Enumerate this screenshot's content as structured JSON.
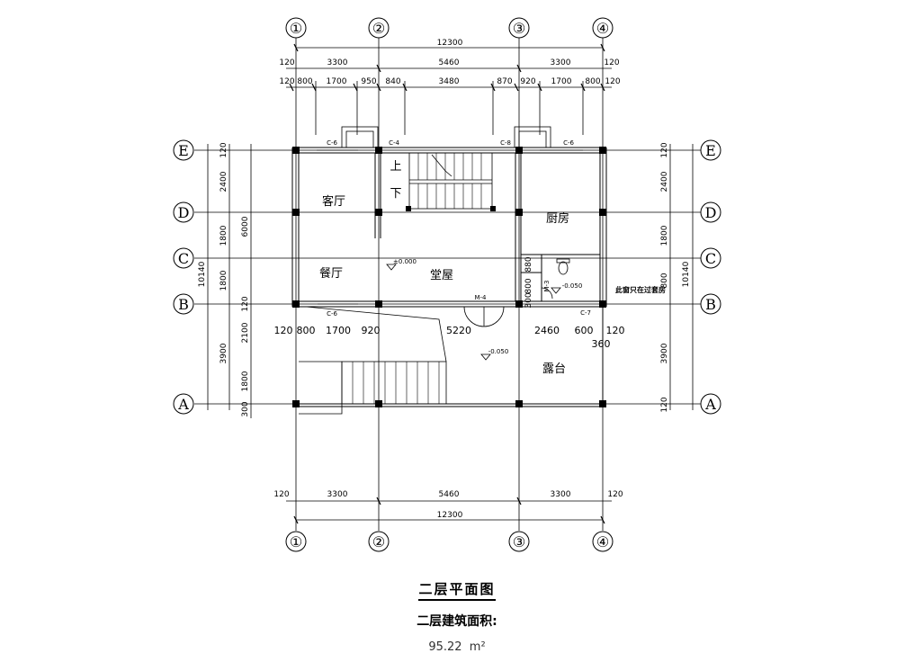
{
  "drawing": {
    "title": "二层平面图",
    "area_label": "二层建筑面积:",
    "area_value": "95.22",
    "area_unit": "m²"
  },
  "axes": {
    "columns": [
      "①",
      "②",
      "③",
      "④"
    ],
    "rows": [
      "E",
      "D",
      "C",
      "B",
      "A"
    ]
  },
  "dimensions": {
    "top_total": "12300",
    "top_row1": [
      "120",
      "3300",
      "5460",
      "3300",
      "120"
    ],
    "top_row2": [
      "120",
      "800",
      "1700",
      "950",
      "840",
      "3480",
      "870",
      "920",
      "1700",
      "800",
      "120"
    ],
    "bottom_total": "12300",
    "bottom_row": [
      "120",
      "3300",
      "5460",
      "3300",
      "120"
    ],
    "left_outer": [
      "120",
      "2400",
      "1800",
      "1800",
      "120",
      "2100",
      "1800",
      "300"
    ],
    "left_mid": "6000",
    "left_total": "10140",
    "right_outer": [
      "120",
      "2400",
      "1800",
      "800",
      "3900",
      "120"
    ],
    "right_total": "10140",
    "left_lower": "3900",
    "inner_row": [
      "120",
      "800",
      "1700",
      "920",
      "5220",
      "2460",
      "600",
      "120"
    ],
    "inner_extra": "360",
    "toilet": [
      "880",
      "800",
      "300"
    ]
  },
  "rooms": {
    "living": "客厅",
    "dining": "餐厅",
    "hall": "堂屋",
    "kitchen": "厨房",
    "terrace": "露台",
    "up": "上",
    "down": "下"
  },
  "labels": {
    "c6_1": "C-6",
    "c4": "C-4",
    "c8": "C-8",
    "c6_2": "C-6",
    "c6_3": "C-6",
    "m4": "M-4",
    "c7": "C-7",
    "m3": "M-3",
    "elev_hall": "±0.000",
    "elev_toilet": "-0.050",
    "elev_terrace": "-0.050",
    "note": "此窗只在过套房"
  }
}
